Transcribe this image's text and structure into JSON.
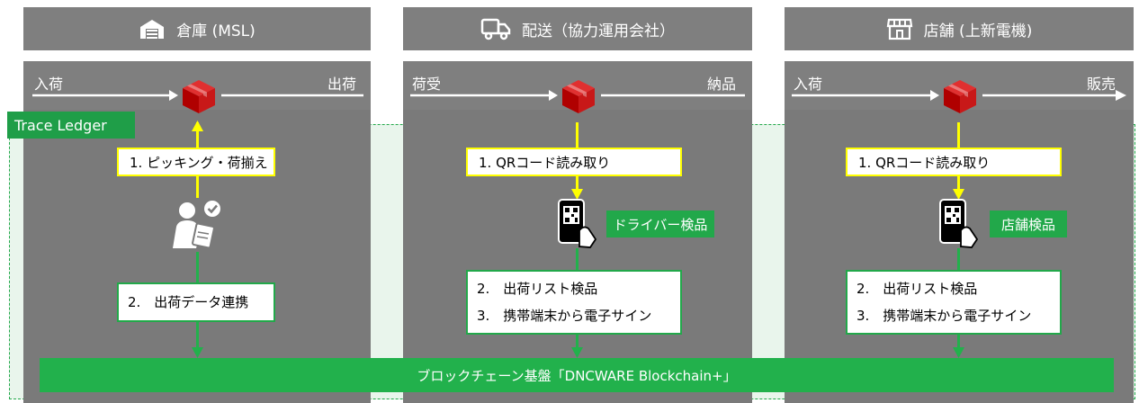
{
  "columns": [
    {
      "title": "倉庫 (MSL)",
      "icon": "warehouse-icon",
      "in_label": "入荷",
      "out_label": "出荷",
      "step1": "1. ピッキング・荷揃え",
      "step2a": "2.　出荷データ連携"
    },
    {
      "title": "配送（協力運用会社）",
      "icon": "truck-icon",
      "in_label": "荷受",
      "out_label": "納品",
      "step1": "1. QRコード読み取り",
      "tag": "ドライバー検品",
      "step2a": "2.　出荷リスト検品",
      "step2b": "3.　携帯端末から電子サイン"
    },
    {
      "title": "店舗 (上新電機)",
      "icon": "store-icon",
      "in_label": "入荷",
      "out_label": "販売",
      "step1": "1. QRコード読み取り",
      "tag": "店舗検品",
      "step2a": "2.　出荷リスト検品",
      "step2b": "3.　携帯端末から電子サイン"
    }
  ],
  "ledger_label": "Trace Ledger",
  "blockchain_label": "ブロックチェーン基盤「DNCWARE Blockchain+」",
  "colors": {
    "gray": "#7f7f7f",
    "green": "#22b14c",
    "yellow": "#ffff00",
    "box_red": "#c00000"
  }
}
